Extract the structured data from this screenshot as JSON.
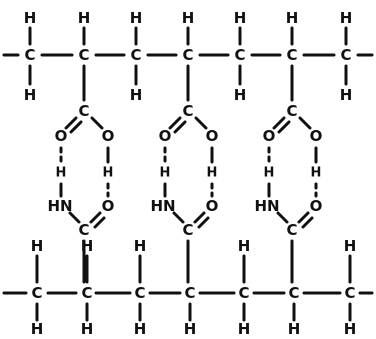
{
  "atoms": {
    "carbon": "C",
    "hydrogen": "H",
    "oxygen": "O",
    "amine": "HN"
  },
  "colors": {
    "ink": "#111111",
    "background": "#ffffff"
  }
}
